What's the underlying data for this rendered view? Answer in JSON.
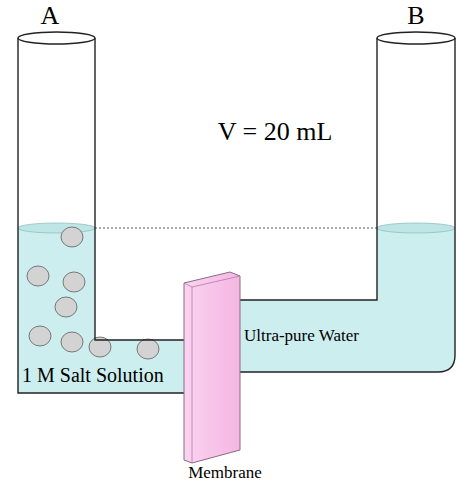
{
  "diagram": {
    "nodes": [
      {
        "text": [
          "1 M Salt Solution"
        ]
      },
      {
        "text": [
          "Membrane"
        ]
      },
      {
        "text": [
          "Ultra-pure Water"
        ]
      }
    ],
    "labels": [
      "A",
      "B",
      "V = 20 mL"
    ]
  }
}
